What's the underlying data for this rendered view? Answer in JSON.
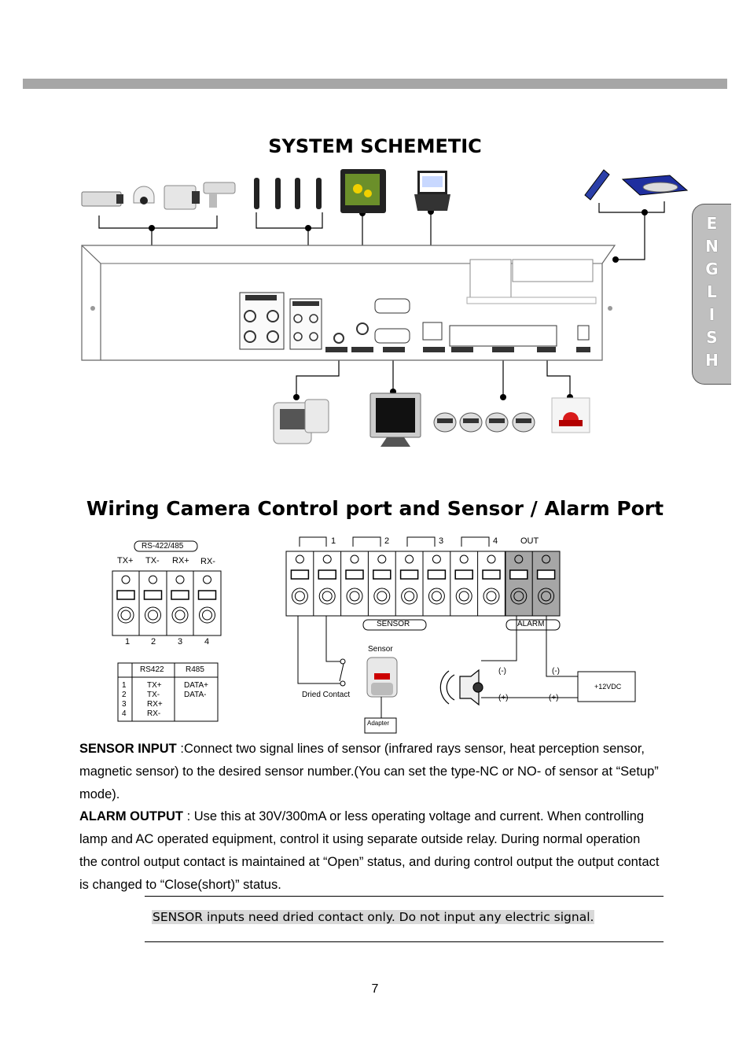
{
  "titles": {
    "schematic": "SYSTEM SCHEMETIC",
    "wiring": "Wiring Camera Control port and Sensor / Alarm Port"
  },
  "side_tab": {
    "letters": [
      "E",
      "N",
      "G",
      "L",
      "I",
      "S",
      "H"
    ]
  },
  "rs_block": {
    "badge": "RS-422/485",
    "pins": [
      "TX+",
      "TX-",
      "RX+",
      "RX-"
    ],
    "numbers": [
      "1",
      "2",
      "3",
      "4"
    ]
  },
  "rs_table": {
    "headers": [
      "RS422",
      "R485"
    ],
    "rows": [
      "1",
      "2",
      "3",
      "4"
    ],
    "rs422": [
      "TX+",
      "TX-",
      "RX+",
      "RX-"
    ],
    "r485": [
      "DATA+",
      "DATA-"
    ]
  },
  "terminal": {
    "groups": [
      "1",
      "2",
      "3",
      "4",
      "OUT"
    ],
    "sensor_label": "SENSOR",
    "alarm_label": "ALARM"
  },
  "wiring_labels": {
    "sensor": "Sensor",
    "dried_contact": "Dried Contact",
    "adapter": "Adapter",
    "neg": "(-)",
    "pos": "(+)",
    "power": "+12VDC"
  },
  "body": {
    "sensor_input_label": "SENSOR INPUT",
    "sensor_input_text": " :Connect two signal lines of sensor (infrared rays sensor, heat perception sensor, magnetic sensor) to the desired sensor number.(You can set the type-NC or NO- of sensor at “Setup” mode).",
    "alarm_output_label": "ALARM OUTPUT",
    "alarm_output_text": " : Use this at 30V/300mA or less operating voltage and current. When controlling lamp and AC operated equipment, control it using separate outside relay. During normal operation the control output contact is maintained at “Open” status, and during control output the output contact is changed to “Close(short)” status."
  },
  "note": {
    "icon": "warning-icon",
    "text": "SENSOR inputs need dried contact only. Do not input any electric signal."
  },
  "page_number": "7",
  "colors": {
    "top_bar": "#a6a6a6",
    "tab": "#bfbfbf",
    "alarm_terminal": "#a6a6a6",
    "note_highlight": "#d9d9d9",
    "warning": "#f2e600"
  }
}
